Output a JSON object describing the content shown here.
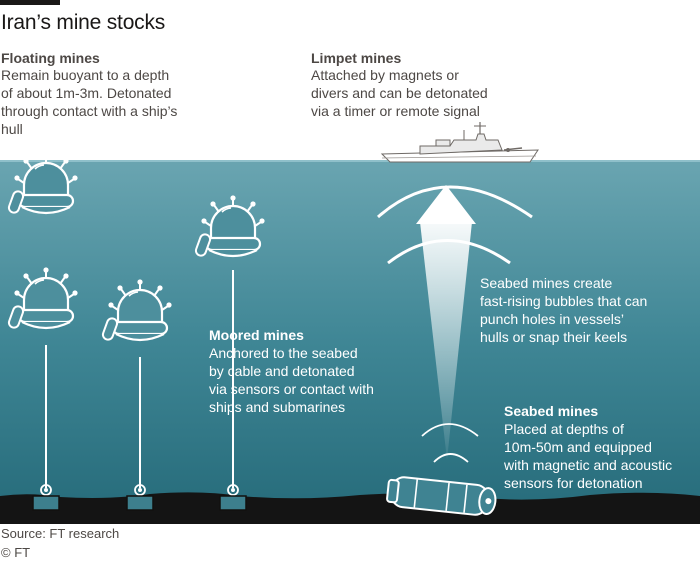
{
  "title": "Iran’s mine stocks",
  "floating": {
    "heading": "Floating mines",
    "lines": [
      "Remain buoyant to a depth",
      "of about 1m-3m. Detonated",
      "through contact with a ship’s",
      "hull"
    ]
  },
  "limpet": {
    "heading": "Limpet mines",
    "lines": [
      "Attached by magnets or",
      "divers and can be detonated",
      "via a timer or remote signal"
    ]
  },
  "moored": {
    "heading": "Moored mines",
    "lines": [
      "Anchored to the seabed",
      "by cable and detonated",
      "via sensors or contact with",
      "ships and submarines"
    ]
  },
  "bubbles": {
    "lines": [
      "Seabed mines create",
      "fast-rising bubbles that can",
      "punch holes in vessels’",
      "hulls or snap their keels"
    ]
  },
  "seabed": {
    "heading": "Seabed mines",
    "lines": [
      "Placed at depths of",
      "10m-50m and equipped",
      "with magnetic and acoustic",
      "sensors for detonation"
    ]
  },
  "source": "Source: FT research",
  "copyright": "© FT",
  "colors": {
    "water_top": "#5b9ba8",
    "water_bottom": "#2a6f7e",
    "seabed": "#141414",
    "mine": "#ffffff"
  }
}
